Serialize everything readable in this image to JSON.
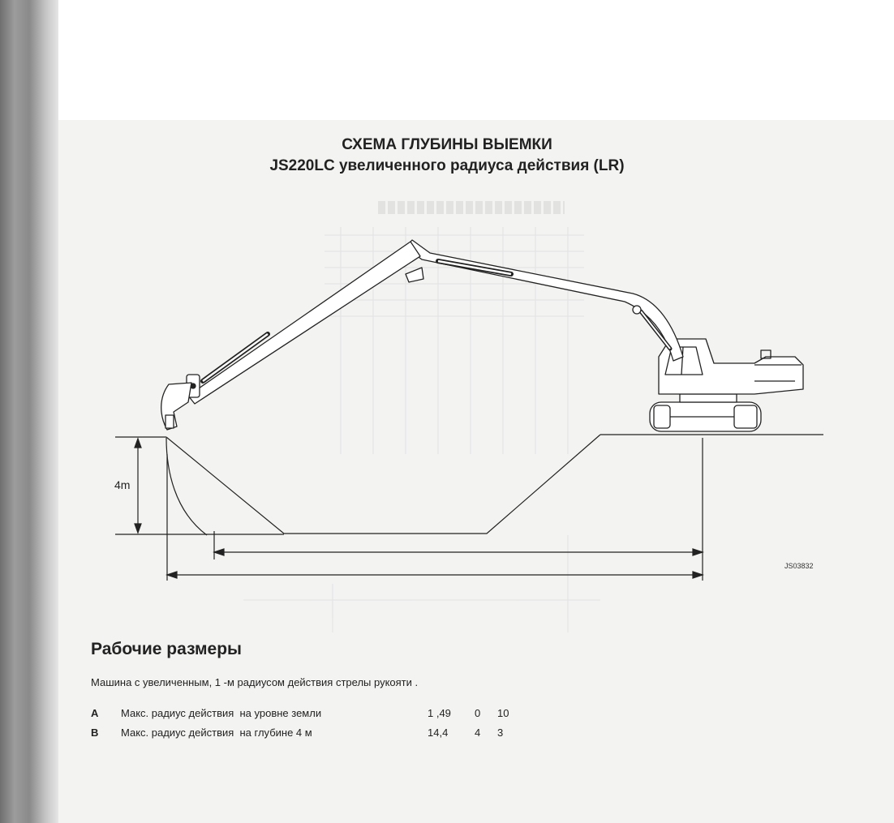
{
  "document": {
    "title": "СХЕМА ГЛУБИНЫ ВЫЕМКИ",
    "subtitle": "JS220LC  увеличенного радиуса действия (LR)"
  },
  "figure": {
    "depth_label": "4m",
    "code": "JS03832"
  },
  "section": {
    "heading": "Рабочие размеры",
    "caption": "Машина с увеличенным, 1 -м  радиусом действия стрелы рукояти ."
  },
  "specs": [
    {
      "letter": "A",
      "text": "Макс. радиус действия  на уровне земли",
      "v1": "1 ,49",
      "v2": "0",
      "v3": "10"
    },
    {
      "letter": "B",
      "text": "Макс. радиус действия  на глубине 4 м",
      "v1": "14,4",
      "v2": "4",
      "v3": "3"
    }
  ],
  "colors": {
    "ink": "#222222",
    "page": "#f3f3f1",
    "spine": "#8a8a8a"
  }
}
